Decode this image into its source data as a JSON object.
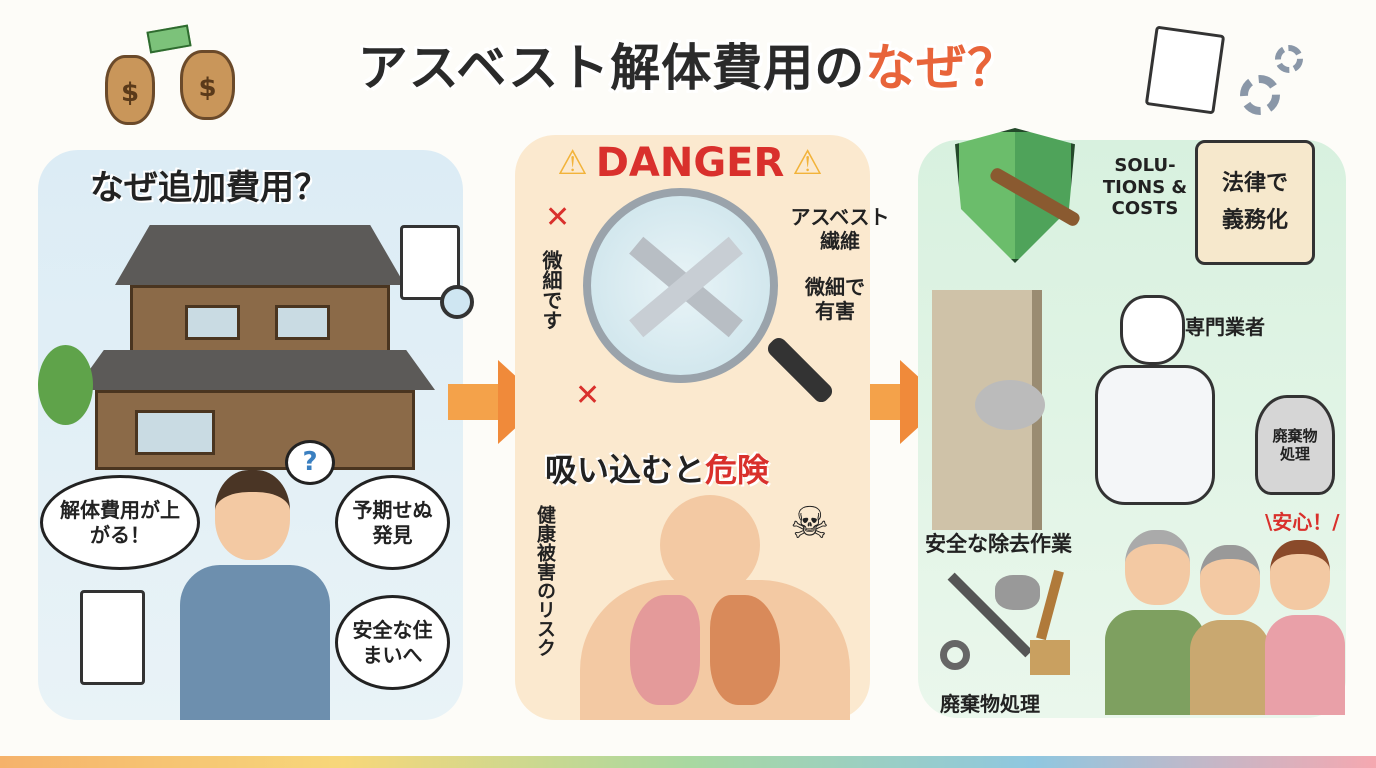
{
  "title": {
    "main": "アスベスト解体費用の",
    "accent": "なぜ？"
  },
  "left": {
    "heading": "なぜ追加費用？",
    "question_mark": "?",
    "bubble_1": "解体費用が上がる！",
    "bubble_2": "予期せぬ発見",
    "bubble_3": "安全な住まいへ"
  },
  "middle": {
    "danger": "DANGER",
    "fine_vertical": "微細です",
    "fiber_label": "アスベスト繊維",
    "fine_harmful": "微細で有害",
    "inhale_main": "吸い込むと",
    "inhale_accent": "危険",
    "health_risk": "健康被害のリスク"
  },
  "right": {
    "solutions": "SOLU-TIONS & COSTS",
    "law_line1": "法律で",
    "law_line2": "義務化",
    "specialist": "専門業者",
    "bag_label": "廃棄物処理",
    "safe_removal": "安全な除去作業",
    "relief": "\\安心！/",
    "waste": "廃棄物処理"
  },
  "colors": {
    "accent": "#e8643a",
    "danger": "#d9302c",
    "arrow": "#f08a3a",
    "left_panel": "#dcecf5",
    "middle_panel": "#fbe9cf",
    "right_panel": "#d8f1df"
  }
}
